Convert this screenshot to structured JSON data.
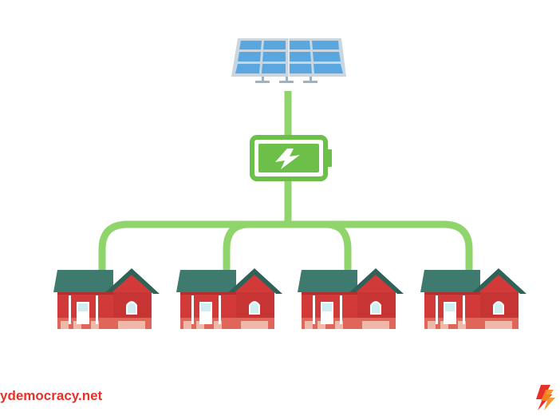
{
  "footer": {
    "site_url": "ydemocracy.net"
  },
  "colors": {
    "wire": "#8fd56b",
    "battery_green": "#6cc04a",
    "battery_frame": "#5fb43f",
    "roof": "#3e7a6e",
    "roof_dark": "#2f6258",
    "wall": "#d23a3a",
    "wall_dark": "#b52e2e",
    "foundation": "#f0b8a8",
    "window": "#cfeef0",
    "door": "#ffffff",
    "panel_cell": "#5aa7e0",
    "panel_frame": "#c9d6e0",
    "brand_red": "#e8302a",
    "brand_orange": "#f28b1e"
  },
  "icons": {
    "panel": "solar-panel-icon",
    "battery": "battery-icon",
    "bolt": "lightning-bolt-icon",
    "house": "house-icon",
    "logo": "brand-logo-icon"
  },
  "diagram": {
    "houses": [
      {
        "id": "house-1"
      },
      {
        "id": "house-2"
      },
      {
        "id": "house-3"
      },
      {
        "id": "house-4"
      }
    ]
  }
}
